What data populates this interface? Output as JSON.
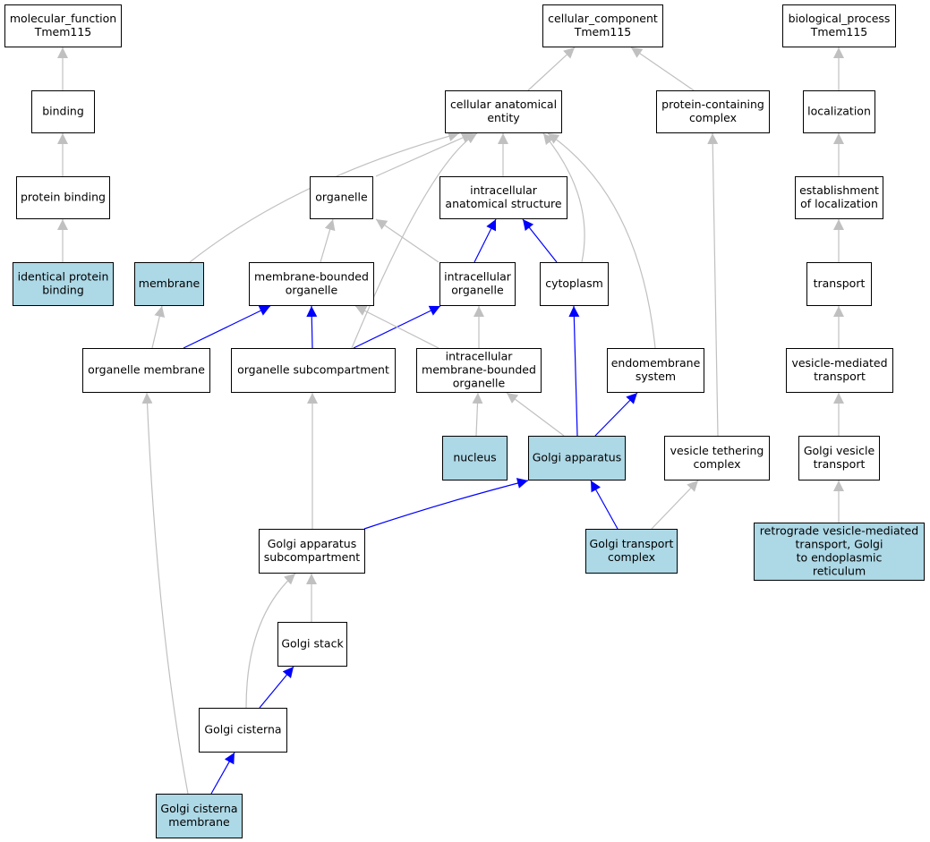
{
  "colors": {
    "highlight_fill": "#add8e6",
    "plain_fill": "#ffffff",
    "edge_is_a": "#c0c0c0",
    "edge_part_of": "#0000ff"
  },
  "nodes": [
    {
      "id": "mf_root",
      "lines": [
        "molecular_function",
        "Tmem115"
      ],
      "highlighted": false
    },
    {
      "id": "binding",
      "lines": [
        "binding"
      ],
      "highlighted": false
    },
    {
      "id": "protein_binding",
      "lines": [
        "protein binding"
      ],
      "highlighted": false
    },
    {
      "id": "identical_protein_binding",
      "lines": [
        "identical protein",
        "binding"
      ],
      "highlighted": true
    },
    {
      "id": "cc_root",
      "lines": [
        "cellular_component",
        "Tmem115"
      ],
      "highlighted": false
    },
    {
      "id": "cellular_anatomical_entity",
      "lines": [
        "cellular anatomical",
        "entity"
      ],
      "highlighted": false
    },
    {
      "id": "protein_containing_complex",
      "lines": [
        "protein-containing",
        "complex"
      ],
      "highlighted": false
    },
    {
      "id": "organelle",
      "lines": [
        "organelle"
      ],
      "highlighted": false
    },
    {
      "id": "intracellular_anatomical_structure",
      "lines": [
        "intracellular",
        "anatomical structure"
      ],
      "highlighted": false
    },
    {
      "id": "membrane",
      "lines": [
        "membrane"
      ],
      "highlighted": true
    },
    {
      "id": "membrane_bounded_organelle",
      "lines": [
        "membrane-bounded",
        "organelle"
      ],
      "highlighted": false
    },
    {
      "id": "intracellular_organelle",
      "lines": [
        "intracellular",
        "organelle"
      ],
      "highlighted": false
    },
    {
      "id": "cytoplasm",
      "lines": [
        "cytoplasm"
      ],
      "highlighted": false
    },
    {
      "id": "organelle_membrane",
      "lines": [
        "organelle membrane"
      ],
      "highlighted": false
    },
    {
      "id": "organelle_subcompartment",
      "lines": [
        "organelle subcompartment"
      ],
      "highlighted": false
    },
    {
      "id": "intracellular_membrane_bounded_organelle",
      "lines": [
        "intracellular",
        "membrane-bounded",
        "organelle"
      ],
      "highlighted": false
    },
    {
      "id": "endomembrane_system",
      "lines": [
        "endomembrane",
        "system"
      ],
      "highlighted": false
    },
    {
      "id": "nucleus",
      "lines": [
        "nucleus"
      ],
      "highlighted": true
    },
    {
      "id": "golgi_apparatus",
      "lines": [
        "Golgi apparatus"
      ],
      "highlighted": true
    },
    {
      "id": "vesicle_tethering_complex",
      "lines": [
        "vesicle tethering",
        "complex"
      ],
      "highlighted": false
    },
    {
      "id": "golgi_apparatus_subcompartment",
      "lines": [
        "Golgi apparatus",
        "subcompartment"
      ],
      "highlighted": false
    },
    {
      "id": "golgi_transport_complex",
      "lines": [
        "Golgi transport",
        "complex"
      ],
      "highlighted": true
    },
    {
      "id": "golgi_stack",
      "lines": [
        "Golgi stack"
      ],
      "highlighted": false
    },
    {
      "id": "golgi_cisterna",
      "lines": [
        "Golgi cisterna"
      ],
      "highlighted": false
    },
    {
      "id": "golgi_cisterna_membrane",
      "lines": [
        "Golgi cisterna",
        "membrane"
      ],
      "highlighted": true
    },
    {
      "id": "bp_root",
      "lines": [
        "biological_process",
        "Tmem115"
      ],
      "highlighted": false
    },
    {
      "id": "localization",
      "lines": [
        "localization"
      ],
      "highlighted": false
    },
    {
      "id": "establishment_of_localization",
      "lines": [
        "establishment",
        "of localization"
      ],
      "highlighted": false
    },
    {
      "id": "transport",
      "lines": [
        "transport"
      ],
      "highlighted": false
    },
    {
      "id": "vesicle_mediated_transport",
      "lines": [
        "vesicle-mediated",
        "transport"
      ],
      "highlighted": false
    },
    {
      "id": "golgi_vesicle_transport",
      "lines": [
        "Golgi vesicle",
        "transport"
      ],
      "highlighted": false
    },
    {
      "id": "retrograde_transport",
      "lines": [
        "retrograde vesicle-mediated",
        "transport, Golgi",
        "to endoplasmic",
        "reticulum"
      ],
      "highlighted": true
    }
  ],
  "edges": [
    {
      "from": "binding",
      "to": "mf_root",
      "type": "is_a"
    },
    {
      "from": "protein_binding",
      "to": "binding",
      "type": "is_a"
    },
    {
      "from": "identical_protein_binding",
      "to": "protein_binding",
      "type": "is_a"
    },
    {
      "from": "cellular_anatomical_entity",
      "to": "cc_root",
      "type": "is_a"
    },
    {
      "from": "protein_containing_complex",
      "to": "cc_root",
      "type": "is_a"
    },
    {
      "from": "organelle",
      "to": "cellular_anatomical_entity",
      "type": "is_a"
    },
    {
      "from": "intracellular_anatomical_structure",
      "to": "cellular_anatomical_entity",
      "type": "is_a"
    },
    {
      "from": "membrane",
      "to": "cellular_anatomical_entity",
      "type": "is_a"
    },
    {
      "from": "organelle_subcompartment",
      "to": "cellular_anatomical_entity",
      "type": "is_a"
    },
    {
      "from": "cytoplasm",
      "to": "cellular_anatomical_entity",
      "type": "is_a"
    },
    {
      "from": "endomembrane_system",
      "to": "cellular_anatomical_entity",
      "type": "is_a"
    },
    {
      "from": "membrane_bounded_organelle",
      "to": "organelle",
      "type": "is_a"
    },
    {
      "from": "intracellular_organelle",
      "to": "organelle",
      "type": "is_a"
    },
    {
      "from": "intracellular_organelle",
      "to": "intracellular_anatomical_structure",
      "type": "part_of"
    },
    {
      "from": "cytoplasm",
      "to": "intracellular_anatomical_structure",
      "type": "part_of"
    },
    {
      "from": "organelle_membrane",
      "to": "membrane",
      "type": "is_a"
    },
    {
      "from": "organelle_membrane",
      "to": "membrane_bounded_organelle",
      "type": "part_of"
    },
    {
      "from": "organelle_subcompartment",
      "to": "membrane_bounded_organelle",
      "type": "part_of"
    },
    {
      "from": "organelle_subcompartment",
      "to": "intracellular_organelle",
      "type": "part_of"
    },
    {
      "from": "intracellular_membrane_bounded_organelle",
      "to": "membrane_bounded_organelle",
      "type": "is_a"
    },
    {
      "from": "intracellular_membrane_bounded_organelle",
      "to": "intracellular_organelle",
      "type": "is_a"
    },
    {
      "from": "nucleus",
      "to": "intracellular_membrane_bounded_organelle",
      "type": "is_a"
    },
    {
      "from": "golgi_apparatus",
      "to": "intracellular_membrane_bounded_organelle",
      "type": "is_a"
    },
    {
      "from": "golgi_apparatus",
      "to": "cytoplasm",
      "type": "part_of"
    },
    {
      "from": "golgi_apparatus",
      "to": "endomembrane_system",
      "type": "part_of"
    },
    {
      "from": "vesicle_tethering_complex",
      "to": "protein_containing_complex",
      "type": "is_a"
    },
    {
      "from": "golgi_apparatus_subcompartment",
      "to": "organelle_subcompartment",
      "type": "is_a"
    },
    {
      "from": "golgi_apparatus_subcompartment",
      "to": "golgi_apparatus",
      "type": "part_of"
    },
    {
      "from": "golgi_transport_complex",
      "to": "golgi_apparatus",
      "type": "part_of"
    },
    {
      "from": "golgi_transport_complex",
      "to": "vesicle_tethering_complex",
      "type": "is_a"
    },
    {
      "from": "golgi_stack",
      "to": "golgi_apparatus_subcompartment",
      "type": "is_a"
    },
    {
      "from": "golgi_cisterna",
      "to": "golgi_apparatus_subcompartment",
      "type": "is_a"
    },
    {
      "from": "golgi_cisterna",
      "to": "golgi_stack",
      "type": "part_of"
    },
    {
      "from": "golgi_cisterna_membrane",
      "to": "golgi_cisterna",
      "type": "part_of"
    },
    {
      "from": "golgi_cisterna_membrane",
      "to": "organelle_membrane",
      "type": "is_a"
    },
    {
      "from": "localization",
      "to": "bp_root",
      "type": "is_a"
    },
    {
      "from": "establishment_of_localization",
      "to": "localization",
      "type": "is_a"
    },
    {
      "from": "transport",
      "to": "establishment_of_localization",
      "type": "is_a"
    },
    {
      "from": "vesicle_mediated_transport",
      "to": "transport",
      "type": "is_a"
    },
    {
      "from": "golgi_vesicle_transport",
      "to": "vesicle_mediated_transport",
      "type": "is_a"
    },
    {
      "from": "retrograde_transport",
      "to": "golgi_vesicle_transport",
      "type": "is_a"
    }
  ]
}
